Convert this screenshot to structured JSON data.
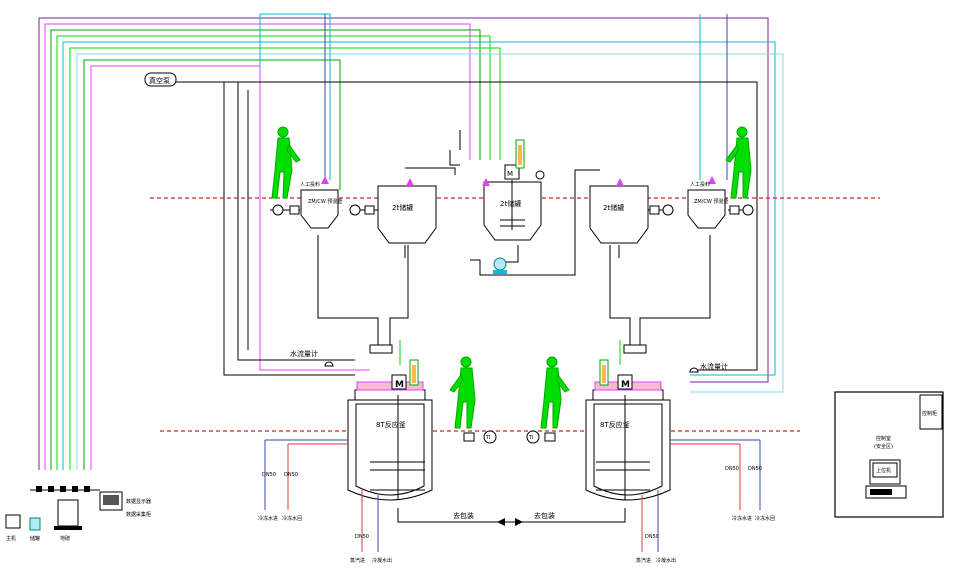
{
  "labels": {
    "vacuum_pump": "真空泵",
    "weigh_tank": "ZM/CW 预混釜",
    "tank_2t": "2t储罐",
    "center_tank": "2t储罐",
    "flowmeter": "水流量计",
    "reactor": "8T反应釜",
    "to_packaging": "去包装",
    "control_room": "控制室",
    "control_room_area": "(安全区)",
    "control_cabinet": "控制柜",
    "host": "上位机",
    "display": "数据显示器",
    "data_box": "数据采集柜",
    "scale": "地磅",
    "pc": "主机",
    "tank_small": "储罐",
    "coolant_in": "冷冻水进",
    "coolant_out": "冷冻水回",
    "steam_in": "蒸汽进",
    "steam_out": "冷凝水出",
    "small_tag": "人工投料",
    "ti": "TI",
    "m": "M",
    "dn": "DN50"
  },
  "colors": {
    "green": "#00dd00",
    "magenta": "#e040fb",
    "blue": "#1a237e",
    "red": "#e53935",
    "cyan": "#00bcd4",
    "dashed": "#c62828"
  }
}
